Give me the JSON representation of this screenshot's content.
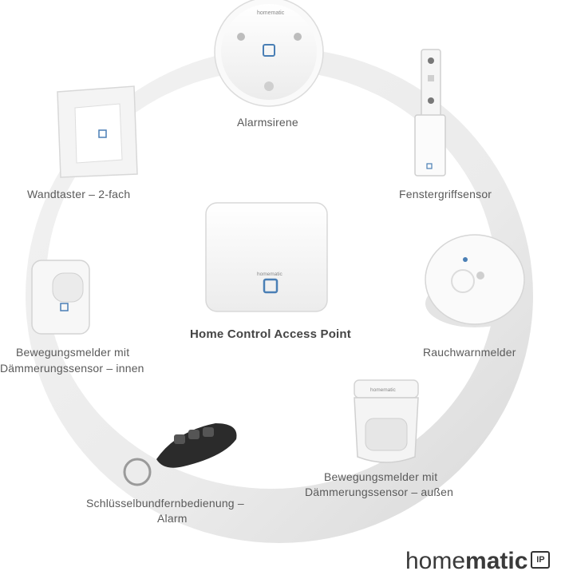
{
  "center": {
    "label": "Home Control Access Point"
  },
  "devices": [
    {
      "label": "Alarmsirene"
    },
    {
      "label": "Wandtaster – 2-fach"
    },
    {
      "label": "Fenstergriffsensor"
    },
    {
      "label": "Bewegungsmelder mit",
      "label2": "Dämmerungssensor – innen"
    },
    {
      "label": "Rauchwarnmelder"
    },
    {
      "label": "Bewegungsmelder mit",
      "label2": "Dämmerungssensor – außen"
    },
    {
      "label": "Schlüsselbundfernbedienung –",
      "label2": "Alarm"
    }
  ],
  "brand": {
    "word_light": "home",
    "word_bold": "matic",
    "badge": "IP"
  },
  "device_brand": "homematic"
}
